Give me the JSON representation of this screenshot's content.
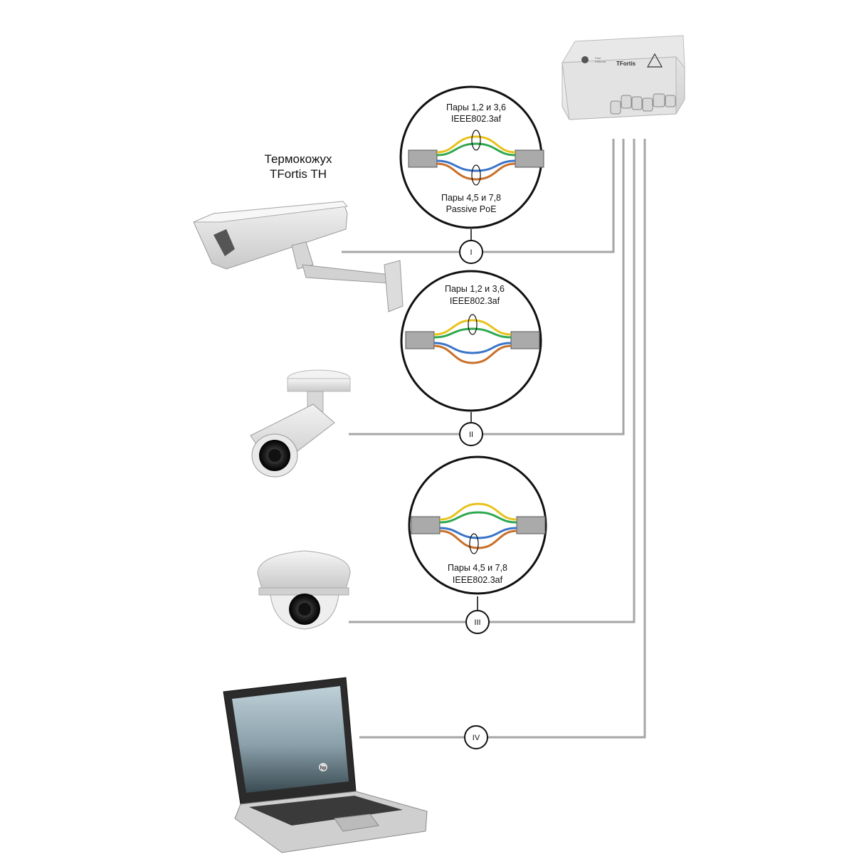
{
  "camera_housing": {
    "title_line1": "Термокожух",
    "title_line2": "TFortis TH"
  },
  "switch": {
    "brand": "TFortis"
  },
  "laptop": {
    "logo": "hp"
  },
  "links": [
    {
      "marker": "I",
      "top_line1": "Пары 1,2 и 3,6",
      "top_line2": "IEEE802.3af",
      "bottom_line1": "Пары 4,5 и 7,8",
      "bottom_line2": "Passive PoE"
    },
    {
      "marker": "II",
      "top_line1": "Пары 1,2 и 3,6",
      "top_line2": "IEEE802.3af",
      "bottom_line1": "",
      "bottom_line2": ""
    },
    {
      "marker": "III",
      "top_line1": "",
      "top_line2": "",
      "bottom_line1": "Пары 4,5 и 7,8",
      "bottom_line2": "IEEE802.3af"
    },
    {
      "marker": "IV"
    }
  ],
  "colors": {
    "wire": "#a6a6a6",
    "pair_yellow": "#e8c21a",
    "pair_green": "#2fa84f",
    "pair_blue": "#3a74c8",
    "pair_orange": "#c8702a"
  }
}
